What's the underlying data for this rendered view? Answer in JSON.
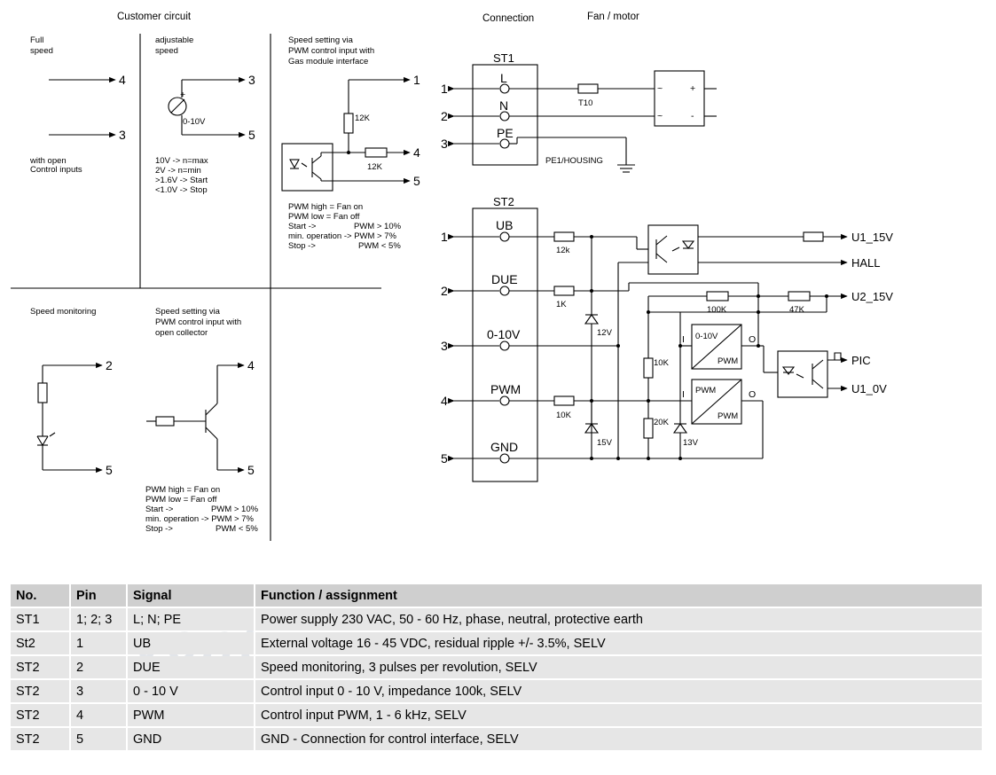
{
  "headers": {
    "customer_circuit": "Customer circuit",
    "connection": "Connection",
    "fan_motor": "Fan / motor"
  },
  "customer": {
    "full_speed": [
      "Full",
      "speed"
    ],
    "adjustable_speed": [
      "adjustable",
      "speed"
    ],
    "pwm_gas": [
      "Speed setting via",
      "PWM control input with",
      "Gas module interface"
    ],
    "open_inputs": [
      "with open",
      "Control inputs"
    ],
    "analog_notes": [
      "10V -> n=max",
      "2V  -> n=min",
      ">1.6V -> Start",
      "<1.0V -> Stop"
    ],
    "pwm_notes_1": [
      "PWM high = Fan on",
      "PWM low   = Fan off",
      "Start ->",
      "min. operation -> PWM > 7%",
      "Stop ->"
    ],
    "pwm_notes_1_right": [
      "PWM > 10%",
      "PWM < 5%"
    ],
    "speed_monitoring": "Speed monitoring",
    "pwm_oc": [
      "Speed setting via",
      "PWM control input with",
      "open collector"
    ],
    "pwm_notes_2": [
      "PWM high = Fan on",
      "PWM low   = Fan off",
      "Start ->",
      "min. operation -> PWM > 7%",
      "Stop ->"
    ],
    "pwm_notes_2_right": [
      "PWM > 10%",
      "PWM < 5%"
    ],
    "pin_labels": {
      "p1": "1",
      "p2": "2",
      "p3": "3",
      "p4": "4",
      "p5": "5"
    },
    "values": {
      "v0_10": "0-10V",
      "r12k": "12K"
    }
  },
  "connection": {
    "st1": "ST1",
    "st1_pins": [
      "L",
      "N",
      "PE"
    ],
    "st1_numbers": [
      "1",
      "2",
      "3"
    ],
    "fuse": "T10",
    "pe_housing": "PE1/HOUSING",
    "st2": "ST2",
    "st2_pins": [
      "UB",
      "DUE",
      "0-10V",
      "PWM",
      "GND"
    ],
    "st2_numbers": [
      "1",
      "2",
      "3",
      "4",
      "5"
    ],
    "components": {
      "r12k": "12k",
      "r1k": "1K",
      "z12": "12V",
      "r10k": "10K",
      "z15": "15V",
      "r100k": "100K",
      "r47k": "47K",
      "r10k_b": "10K",
      "r20k": "20K",
      "z13": "13V"
    },
    "converters": {
      "a_top": "0-10V",
      "a_bot": "PWM",
      "b_top": "PWM",
      "b_bot": "PWM",
      "in": "I",
      "out": "O"
    },
    "outputs": [
      "U1_15V",
      "HALL",
      "U2_15V",
      "PIC",
      "U1_0V"
    ],
    "rectifier_symbols": [
      "~",
      "+",
      "~",
      "-"
    ]
  },
  "watermark": "vent",
  "table": {
    "columns": [
      "No.",
      "Pin",
      "Signal",
      "Function / assignment"
    ],
    "rows": [
      [
        "ST1",
        "1; 2; 3",
        "L; N; PE",
        "Power supply 230 VAC, 50 - 60 Hz, phase, neutral, protective earth"
      ],
      [
        "St2",
        "1",
        "UB",
        "External voltage 16 - 45 VDC, residual ripple +/- 3.5%, SELV"
      ],
      [
        "ST2",
        "2",
        "DUE",
        "Speed monitoring, 3 pulses per revolution, SELV"
      ],
      [
        "ST2",
        "3",
        "0 - 10 V",
        "Control input 0 - 10 V, impedance 100k, SELV"
      ],
      [
        "ST2",
        "4",
        "PWM",
        "Control input PWM, 1 - 6 kHz, SELV"
      ],
      [
        "ST2",
        "5",
        "GND",
        "GND - Connection for control interface, SELV"
      ]
    ]
  }
}
